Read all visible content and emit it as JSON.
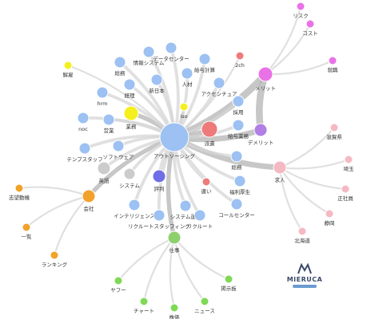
{
  "colors": {
    "blue": "#9cc1f2",
    "pink": "#e973e6",
    "red": "#ee7a7a",
    "lightpink": "#f5b9c3",
    "orange": "#f2a12a",
    "green": "#8ed06e",
    "purple": "#b07ee4",
    "yellow": "#f5ef1e",
    "gray": "#cccccc",
    "indigo": "#6e6ee6",
    "brightgreen": "#7fd956"
  },
  "nodes": [
    {
      "id": "outsourcing",
      "label": "アウトソーシング",
      "color": "blue"
    },
    {
      "id": "merit",
      "label": "メリット",
      "color": "pink"
    },
    {
      "id": "demerit",
      "label": "デメリット",
      "color": "purple"
    },
    {
      "id": "haken",
      "label": "派遣",
      "color": "red"
    },
    {
      "id": "kyujin",
      "label": "求人",
      "color": "lightpink"
    },
    {
      "id": "gyoumu",
      "label": "業務",
      "color": "yellow"
    },
    {
      "id": "kaisha",
      "label": "会社",
      "color": "orange"
    },
    {
      "id": "shigoto",
      "label": "仕事",
      "color": "green"
    },
    {
      "id": "hyouban",
      "label": "評判",
      "color": "indigo"
    },
    {
      "id": "eigo",
      "label": "英語",
      "color": "gray"
    },
    {
      "id": "system",
      "label": "システム",
      "color": "gray"
    },
    {
      "id": "risk",
      "label": "リスク",
      "color": "pink"
    },
    {
      "id": "cost",
      "label": "コスト",
      "color": "pink"
    },
    {
      "id": "shuushoku",
      "label": "就職",
      "color": "pink"
    },
    {
      "id": "2ch",
      "label": "2ch",
      "color": "red"
    },
    {
      "id": "omochi",
      "label": "違い",
      "color": "red"
    },
    {
      "id": "kyuyokeisan",
      "label": "給与計算",
      "color": "blue"
    },
    {
      "id": "datacenter",
      "label": "データセンター",
      "color": "blue"
    },
    {
      "id": "johosystem",
      "label": "情報システム",
      "color": "blue"
    },
    {
      "id": "soumu",
      "label": "総務",
      "color": "blue"
    },
    {
      "id": "keiri",
      "label": "経理",
      "color": "blue"
    },
    {
      "id": "shinnihon",
      "label": "新日本",
      "color": "blue"
    },
    {
      "id": "jinzai",
      "label": "人材",
      "color": "blue"
    },
    {
      "id": "accenture",
      "label": "アクセンチュア",
      "color": "blue"
    },
    {
      "id": "hrm",
      "label": "hrm",
      "color": "blue"
    },
    {
      "id": "iso",
      "label": "iso",
      "color": "yellow"
    },
    {
      "id": "noc",
      "label": "noc",
      "color": "blue"
    },
    {
      "id": "eigyou",
      "label": "営業",
      "color": "blue"
    },
    {
      "id": "jin",
      "label": "採用",
      "color": "blue"
    },
    {
      "id": "kyuyogyoumu",
      "label": "給与業務",
      "color": "blue"
    },
    {
      "id": "tempstaff",
      "label": "テンプスタッフ",
      "color": "blue"
    },
    {
      "id": "software",
      "label": "ソフトウェア",
      "color": "blue"
    },
    {
      "id": "sougyou",
      "label": "総務",
      "color": "blue"
    },
    {
      "id": "fukuri",
      "label": "福利厚生",
      "color": "blue"
    },
    {
      "id": "intelligence",
      "label": "インテリジェンス",
      "color": "blue"
    },
    {
      "id": "systemunyou",
      "label": "システム運用",
      "color": "blue"
    },
    {
      "id": "recruitstaffing",
      "label": "リクルートスタッフィング",
      "color": "blue"
    },
    {
      "id": "recruit",
      "label": "リクルート",
      "color": "blue"
    },
    {
      "id": "callcenter",
      "label": "コールセンター",
      "color": "blue"
    },
    {
      "id": "kaimei",
      "label": "解雇",
      "color": "yellow"
    },
    {
      "id": "shiboudouki",
      "label": "志望動機",
      "color": "orange"
    },
    {
      "id": "ichiran",
      "label": "一覧",
      "color": "orange"
    },
    {
      "id": "ranking",
      "label": "ランキング",
      "color": "orange"
    },
    {
      "id": "yahoo",
      "label": "ヤフー",
      "color": "brightgreen"
    },
    {
      "id": "chart",
      "label": "チャート",
      "color": "brightgreen"
    },
    {
      "id": "kabuka",
      "label": "株価",
      "color": "brightgreen"
    },
    {
      "id": "news",
      "label": "ニュース",
      "color": "brightgreen"
    },
    {
      "id": "keijiban",
      "label": "掲示板",
      "color": "brightgreen"
    },
    {
      "id": "tsuchiya",
      "label": "滋賀県",
      "color": "lightpink"
    },
    {
      "id": "saitama",
      "label": "埼玉",
      "color": "lightpink"
    },
    {
      "id": "seishain",
      "label": "正社員",
      "color": "lightpink"
    },
    {
      "id": "shizuoka",
      "label": "静岡",
      "color": "lightpink"
    },
    {
      "id": "hokkaido",
      "label": "北海道",
      "color": "lightpink"
    }
  ],
  "edges": [
    {
      "from": "outsourcing",
      "to": "merit",
      "weight": 5
    },
    {
      "from": "merit",
      "to": "demerit",
      "weight": 5
    },
    {
      "from": "outsourcing",
      "to": "demerit",
      "weight": 4
    },
    {
      "from": "outsourcing",
      "to": "haken",
      "weight": 4
    },
    {
      "from": "outsourcing",
      "to": "kyujin",
      "weight": 4
    },
    {
      "from": "outsourcing",
      "to": "gyoumu",
      "weight": 3
    },
    {
      "from": "outsourcing",
      "to": "kaisha",
      "weight": 3
    },
    {
      "from": "outsourcing",
      "to": "shigoto",
      "weight": 3
    },
    {
      "from": "outsourcing",
      "to": "hyouban",
      "weight": 2
    },
    {
      "from": "outsourcing",
      "to": "eigo",
      "weight": 2
    },
    {
      "from": "outsourcing",
      "to": "system",
      "weight": 2
    },
    {
      "from": "merit",
      "to": "risk",
      "weight": 1
    },
    {
      "from": "merit",
      "to": "cost",
      "weight": 1
    },
    {
      "from": "merit",
      "to": "shuushoku",
      "weight": 1
    },
    {
      "from": "outsourcing",
      "to": "2ch",
      "weight": 1
    },
    {
      "from": "outsourcing",
      "to": "omochi",
      "weight": 1
    },
    {
      "from": "outsourcing",
      "to": "kyuyokeisan",
      "weight": 2
    },
    {
      "from": "outsourcing",
      "to": "datacenter",
      "weight": 2
    },
    {
      "from": "outsourcing",
      "to": "johosystem",
      "weight": 2
    },
    {
      "from": "outsourcing",
      "to": "soumu",
      "weight": 2
    },
    {
      "from": "outsourcing",
      "to": "keiri",
      "weight": 2
    },
    {
      "from": "outsourcing",
      "to": "shinnihon",
      "weight": 2
    },
    {
      "from": "outsourcing",
      "to": "jinzai",
      "weight": 2
    },
    {
      "from": "outsourcing",
      "to": "accenture",
      "weight": 2
    },
    {
      "from": "outsourcing",
      "to": "hrm",
      "weight": 2
    },
    {
      "from": "outsourcing",
      "to": "iso",
      "weight": 2
    },
    {
      "from": "outsourcing",
      "to": "noc",
      "weight": 2
    },
    {
      "from": "outsourcing",
      "to": "eigyou",
      "weight": 2
    },
    {
      "from": "outsourcing",
      "to": "jin",
      "weight": 2
    },
    {
      "from": "outsourcing",
      "to": "kyuyogyoumu",
      "weight": 2
    },
    {
      "from": "outsourcing",
      "to": "tempstaff",
      "weight": 2
    },
    {
      "from": "outsourcing",
      "to": "software",
      "weight": 2
    },
    {
      "from": "outsourcing",
      "to": "sougyou",
      "weight": 2
    },
    {
      "from": "outsourcing",
      "to": "fukuri",
      "weight": 2
    },
    {
      "from": "outsourcing",
      "to": "intelligence",
      "weight": 2
    },
    {
      "from": "outsourcing",
      "to": "systemunyou",
      "weight": 2
    },
    {
      "from": "outsourcing",
      "to": "recruitstaffing",
      "weight": 2
    },
    {
      "from": "outsourcing",
      "to": "recruit",
      "weight": 2
    },
    {
      "from": "outsourcing",
      "to": "callcenter",
      "weight": 2
    },
    {
      "from": "outsourcing",
      "to": "kaimei",
      "weight": 1
    },
    {
      "from": "kaisha",
      "to": "shiboudouki",
      "weight": 1
    },
    {
      "from": "kaisha",
      "to": "ichiran",
      "weight": 1
    },
    {
      "from": "kaisha",
      "to": "ranking",
      "weight": 1
    },
    {
      "from": "shigoto",
      "to": "yahoo",
      "weight": 1
    },
    {
      "from": "shigoto",
      "to": "chart",
      "weight": 1
    },
    {
      "from": "shigoto",
      "to": "kabuka",
      "weight": 1
    },
    {
      "from": "shigoto",
      "to": "news",
      "weight": 1
    },
    {
      "from": "shigoto",
      "to": "keijiban",
      "weight": 1
    },
    {
      "from": "kyujin",
      "to": "tsuchiya",
      "weight": 1
    },
    {
      "from": "kyujin",
      "to": "saitama",
      "weight": 1
    },
    {
      "from": "kyujin",
      "to": "seishain",
      "weight": 1
    },
    {
      "from": "kyujin",
      "to": "shizuoka",
      "weight": 1
    },
    {
      "from": "kyujin",
      "to": "hokkaido",
      "weight": 1
    }
  ],
  "logo": {
    "text": "MIERUCA"
  }
}
